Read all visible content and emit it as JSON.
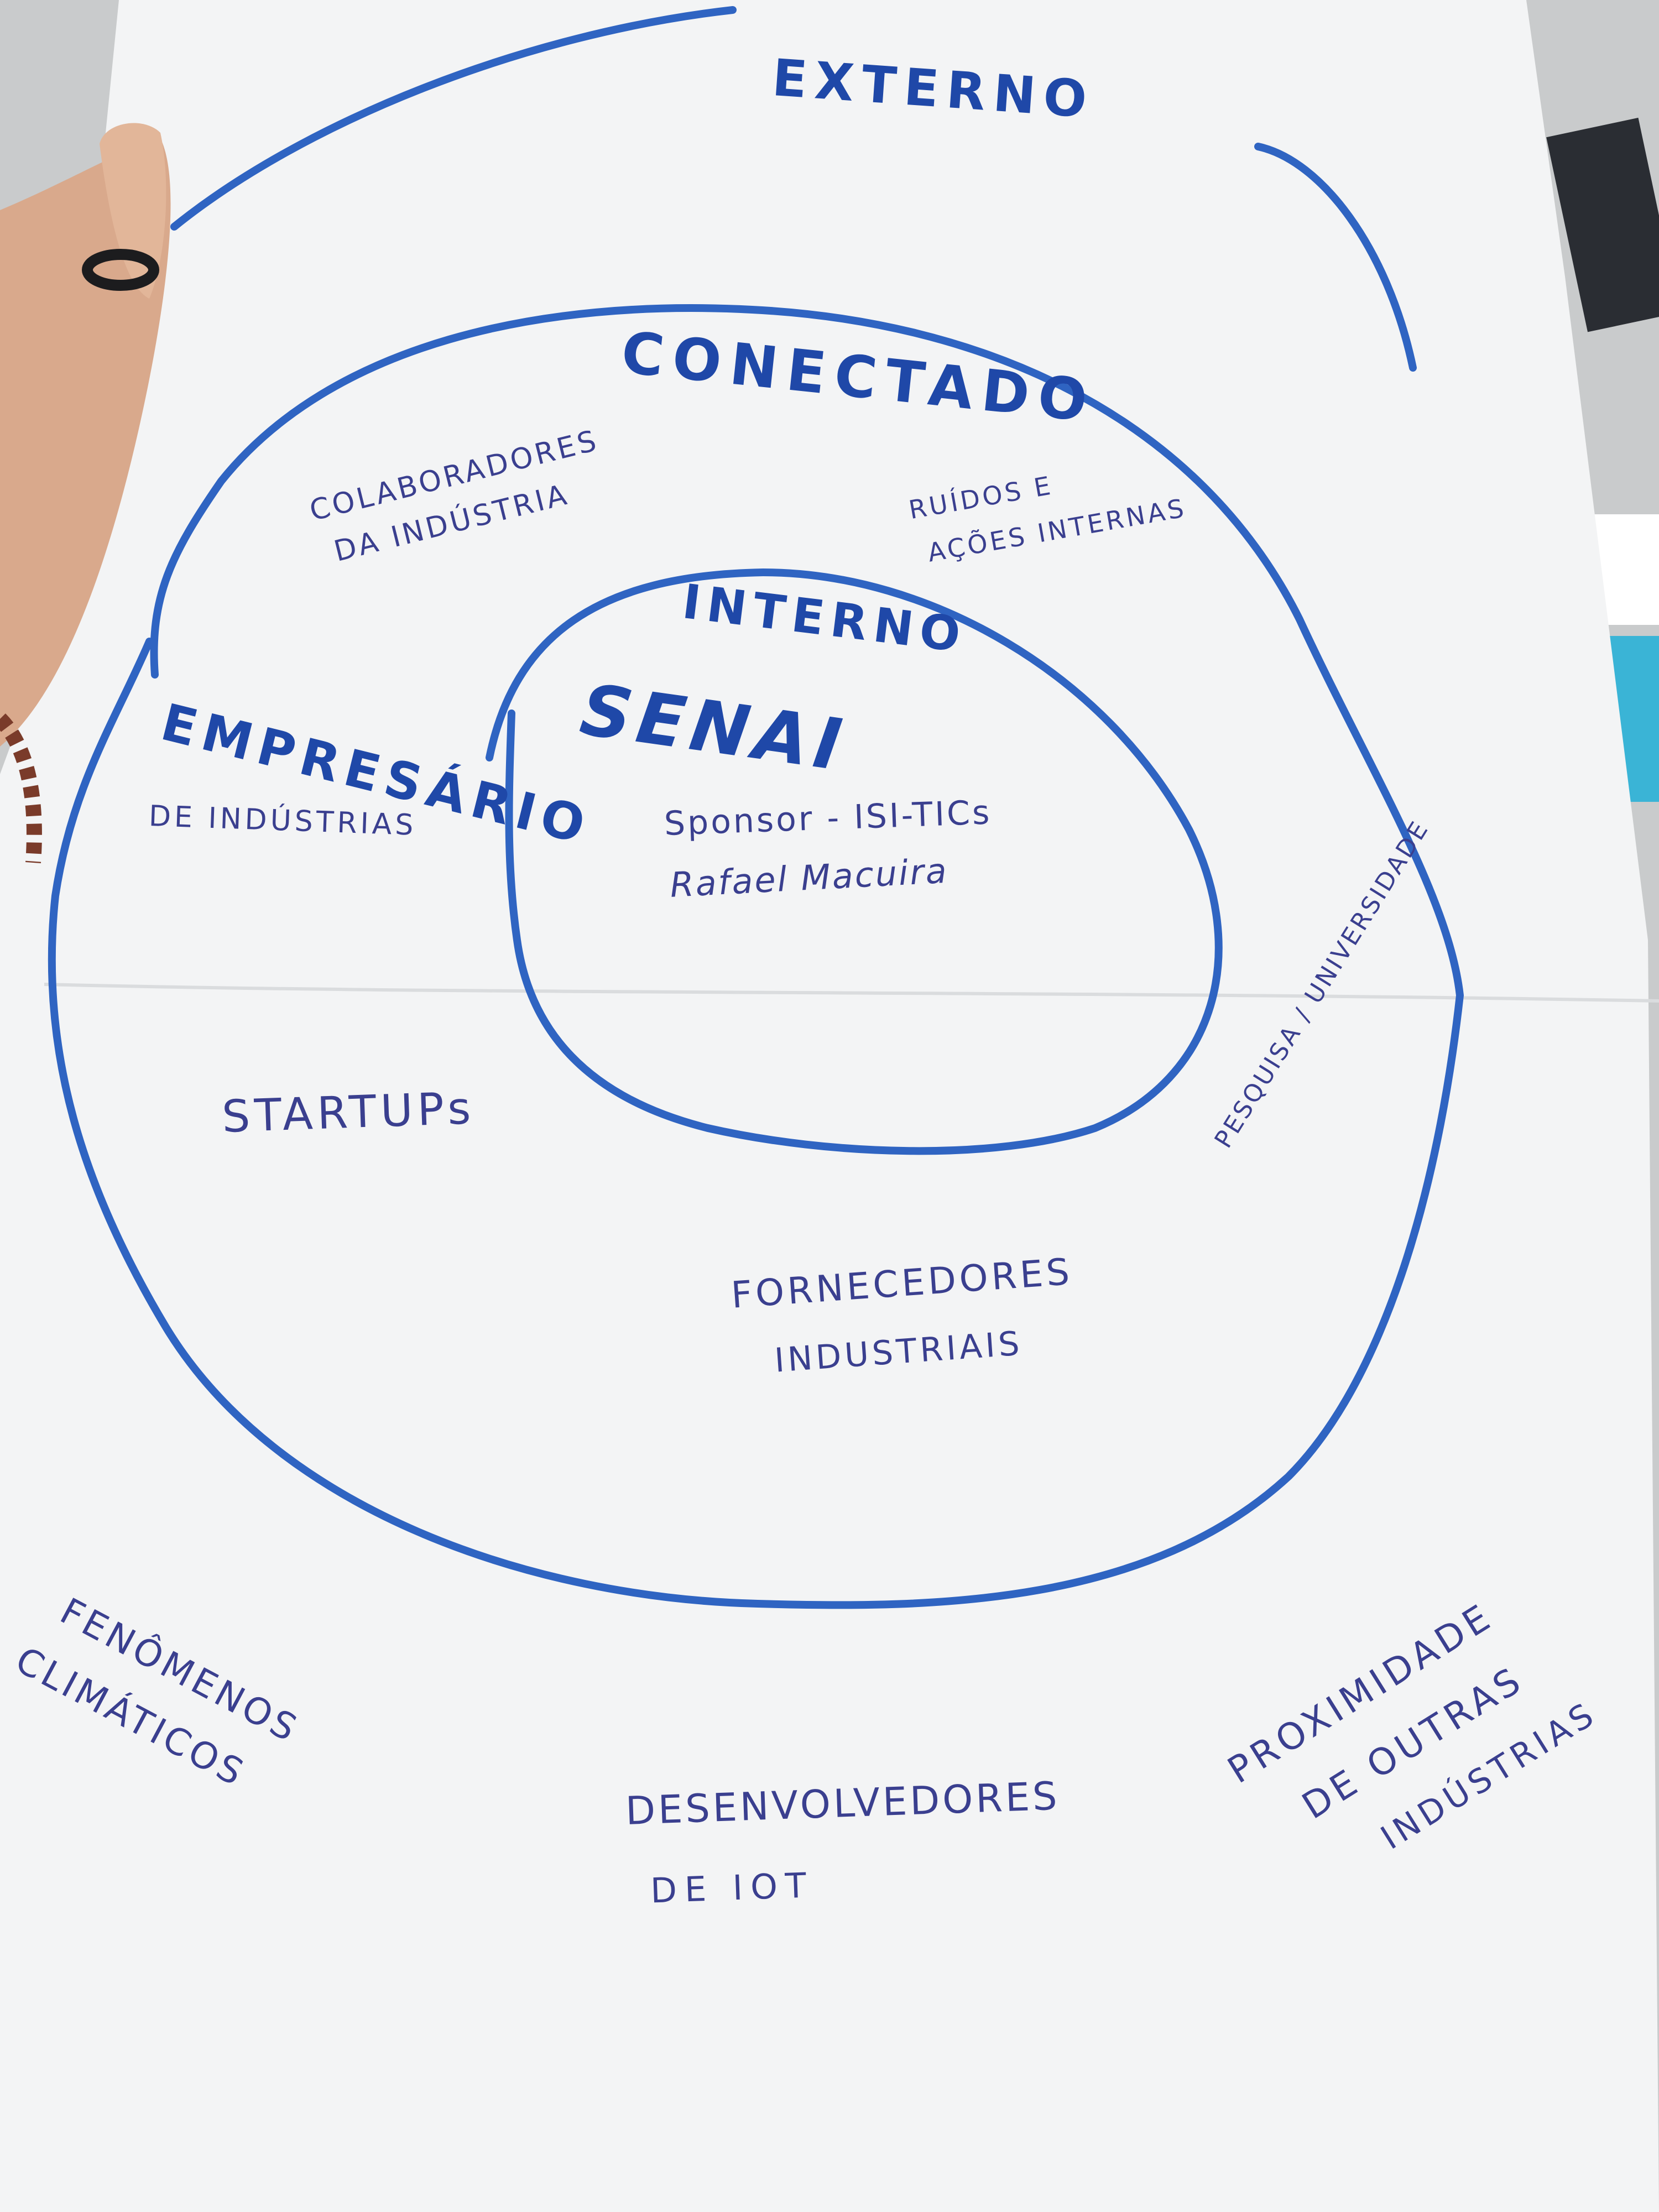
{
  "colors": {
    "marker": "#2f64c2",
    "marker_text": "#1f48a8",
    "pen_text": "#3a3f8f",
    "paper": "#f3f4f5",
    "background": "#c9cbcc"
  },
  "rings": {
    "outer": {
      "label": "EXTERNO"
    },
    "middle": {
      "label": "CONECTADO"
    },
    "inner": {
      "label": "INTERNO"
    }
  },
  "inner_items": {
    "main": "SENAI",
    "line1": "Sponsor - ISI-TICs",
    "line2": "Rafael Macuira"
  },
  "middle_items": {
    "colaboradores": [
      "COLABORADORES",
      "DA INDÚSTRIA"
    ],
    "ruidos": [
      "RUÍDOS E",
      "AÇÕES INTERNAS"
    ],
    "empresario": "EMPRESÁRIO",
    "empresario_sub": "DE INDÚSTRIAS",
    "startups": "STARTUPs",
    "pesquisa": "PESQUISA / UNIVERSIDADE",
    "fornecedores": [
      "FORNECEDORES",
      "INDUSTRIAIS"
    ]
  },
  "outer_items": {
    "fenomenos": [
      "FENÔMENOS",
      "CLIMÁTICOS"
    ],
    "desenvolvedores": [
      "DESENVOLVEDORES",
      "DE IOT"
    ],
    "proximidade": [
      "PROXIMIDADE",
      "DE OUTRAS",
      "INDÚSTRIAS"
    ]
  }
}
